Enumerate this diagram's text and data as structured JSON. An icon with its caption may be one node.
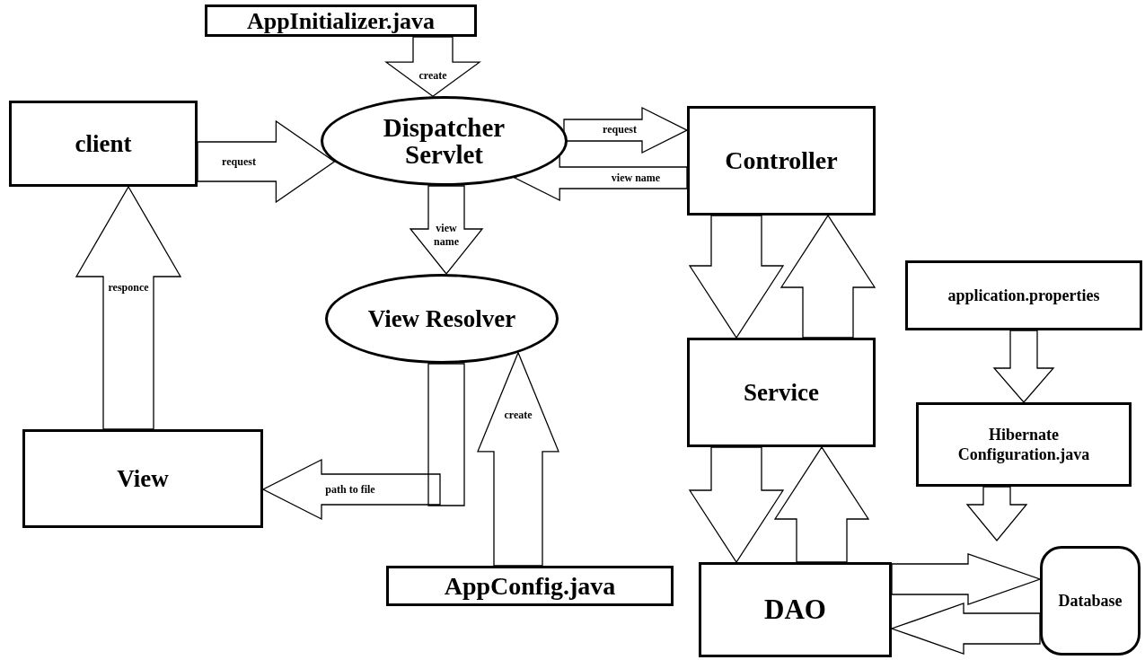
{
  "diagram": {
    "nodes": [
      {
        "text": [
          "AppInitializer.java"
        ]
      },
      {
        "text": [
          "client"
        ]
      },
      {
        "text": [
          "Dispatcher Servlet"
        ]
      },
      {
        "text": [
          "Controller"
        ]
      },
      {
        "text": [
          "View Resolver"
        ]
      },
      {
        "text": [
          "application.properties"
        ]
      },
      {
        "text": [
          "Service"
        ]
      },
      {
        "text": [
          "View"
        ]
      },
      {
        "text": [
          "Hibernate Configuration.java"
        ]
      },
      {
        "text": [
          "AppConfig.java"
        ]
      },
      {
        "text": [
          "DAO"
        ]
      },
      {
        "text": [
          "Database"
        ]
      }
    ],
    "edges": [
      {
        "from": 0,
        "to": 2,
        "arrow": "to",
        "label": "create"
      },
      {
        "from": 1,
        "to": 2,
        "arrow": "to",
        "label": "request"
      },
      {
        "from": 2,
        "to": 3,
        "arrow": "to",
        "label": "request"
      },
      {
        "from": 3,
        "to": 2,
        "arrow": "to",
        "label": "view name"
      },
      {
        "from": 2,
        "to": 4,
        "arrow": "to",
        "label": "view name"
      },
      {
        "from": 7,
        "to": 1,
        "arrow": "to",
        "label": "responce"
      },
      {
        "from": 4,
        "to": 7,
        "arrow": "to",
        "label": "path to file"
      },
      {
        "from": 9,
        "to": 4,
        "arrow": "to",
        "label": "create"
      },
      {
        "from": 3,
        "to": 6,
        "arrow": "to"
      },
      {
        "from": 6,
        "to": 3,
        "arrow": "to"
      },
      {
        "from": 6,
        "to": 10,
        "arrow": "to"
      },
      {
        "from": 10,
        "to": 6,
        "arrow": "to"
      },
      {
        "from": 5,
        "to": 8,
        "arrow": "to"
      },
      {
        "from": 8,
        "to": 11,
        "arrow": "to"
      },
      {
        "from": 10,
        "to": 11,
        "arrow": "to"
      },
      {
        "from": 11,
        "to": 10,
        "arrow": "to"
      }
    ]
  }
}
